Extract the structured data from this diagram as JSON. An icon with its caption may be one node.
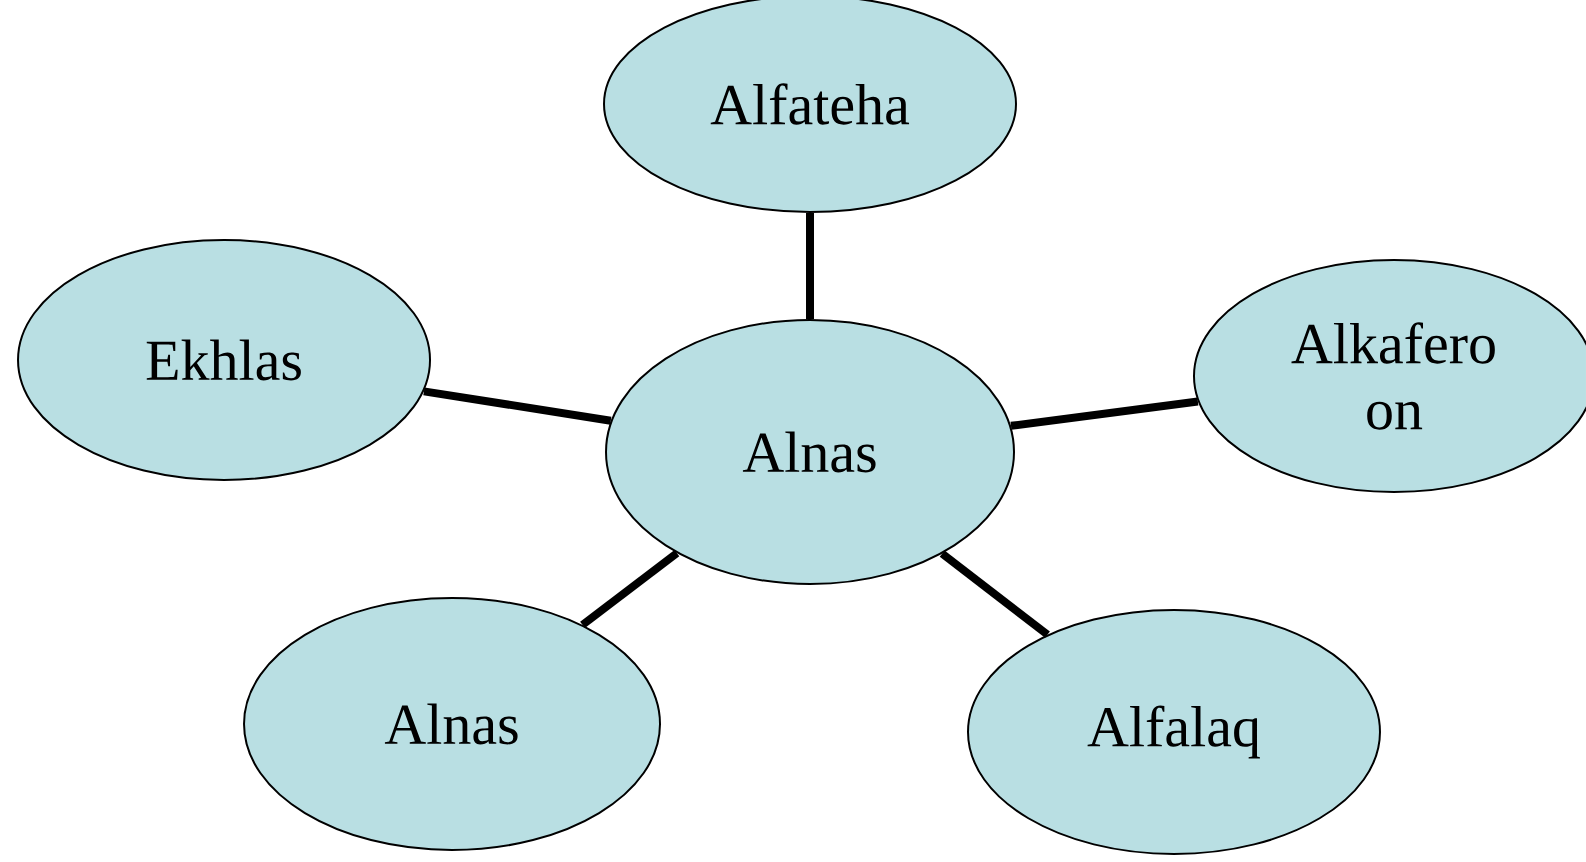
{
  "diagram": {
    "nodes": [
      {
        "text": [
          "Alfateha"
        ]
      },
      {
        "text": [
          "Ekhlas"
        ]
      },
      {
        "text": [
          "Alnas"
        ]
      },
      {
        "text": [
          "Alkafero on"
        ]
      },
      {
        "text": [
          "Alnas"
        ]
      },
      {
        "text": [
          "Alfalaq"
        ]
      }
    ],
    "edges": [
      {
        "from": 2,
        "to": 0,
        "arrow": "none"
      },
      {
        "from": 2,
        "to": 1,
        "arrow": "none"
      },
      {
        "from": 2,
        "to": 3,
        "arrow": "none"
      },
      {
        "from": 2,
        "to": 4,
        "arrow": "none"
      },
      {
        "from": 2,
        "to": 5,
        "arrow": "none"
      }
    ]
  }
}
